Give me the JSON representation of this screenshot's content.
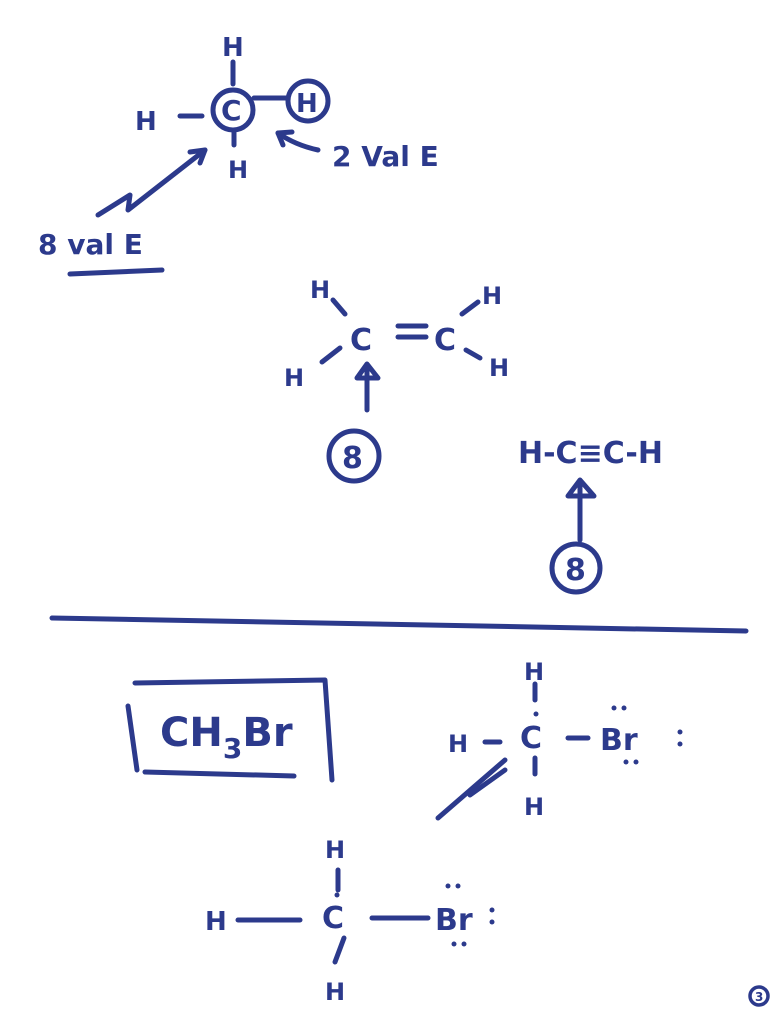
{
  "methane": {
    "h_top": "H",
    "h_left": "H",
    "c": "C",
    "h_right": "H",
    "h_bottom": "H",
    "val_e_2": "2 Val E",
    "val_e_8": "8 val E"
  },
  "ethene": {
    "h_tl": "H",
    "h_bl": "H",
    "c1": "C",
    "double_bond": "=",
    "c2": "C",
    "h_tr": "H",
    "h_br": "H",
    "circled": "8"
  },
  "ethyne": {
    "formula": "H-C≡C-H",
    "circled": "8"
  },
  "formula_box": {
    "text": "CH",
    "sub": "3",
    "text2": "Br"
  },
  "bromomethane_1": {
    "h_top": "H",
    "h_left": "H",
    "c": "C",
    "br": "Br",
    "h_bottom": "H"
  },
  "bromomethane_2": {
    "h_top": "H",
    "h_left": "H",
    "c": "C",
    "br": "Br",
    "h_bottom": "H"
  },
  "page_number": "3"
}
